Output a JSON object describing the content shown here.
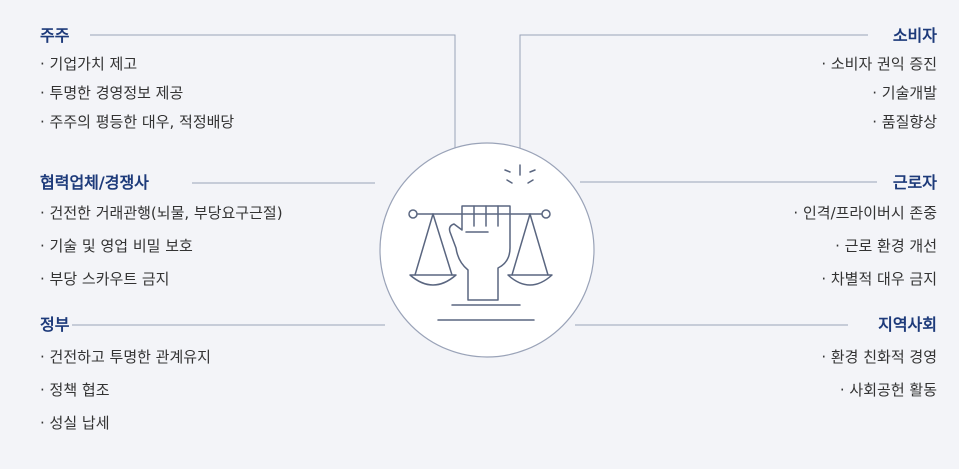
{
  "left": [
    {
      "title": "주주",
      "items": [
        "기업가치 제고",
        "투명한 경영정보 제공",
        "주주의 평등한 대우, 적정배당"
      ]
    },
    {
      "title": "협력업체/경쟁사",
      "items": [
        "건전한 거래관행(뇌물, 부당요구근절)",
        "기술 및 영업 비밀 보호",
        "부당 스카우트 금지"
      ]
    },
    {
      "title": "정부",
      "items": [
        "건전하고 투명한 관계유지",
        "정책 협조",
        "성실 납세"
      ]
    }
  ],
  "right": [
    {
      "title": "소비자",
      "items": [
        "소비자 권익 증진",
        "기술개발",
        "품질향상"
      ]
    },
    {
      "title": "근로자",
      "items": [
        "인격/프라이버시 존중",
        "근로 환경 개선",
        "차별적 대우 금지"
      ]
    },
    {
      "title": "지역사회",
      "items": [
        "환경 친화적 경영",
        "사회공헌 활동"
      ]
    }
  ],
  "center_icon": "balance-scale-fist-icon",
  "colors": {
    "title": "#1d3a7a",
    "line": "#9aa3b8",
    "background": "#f3f4f8"
  }
}
